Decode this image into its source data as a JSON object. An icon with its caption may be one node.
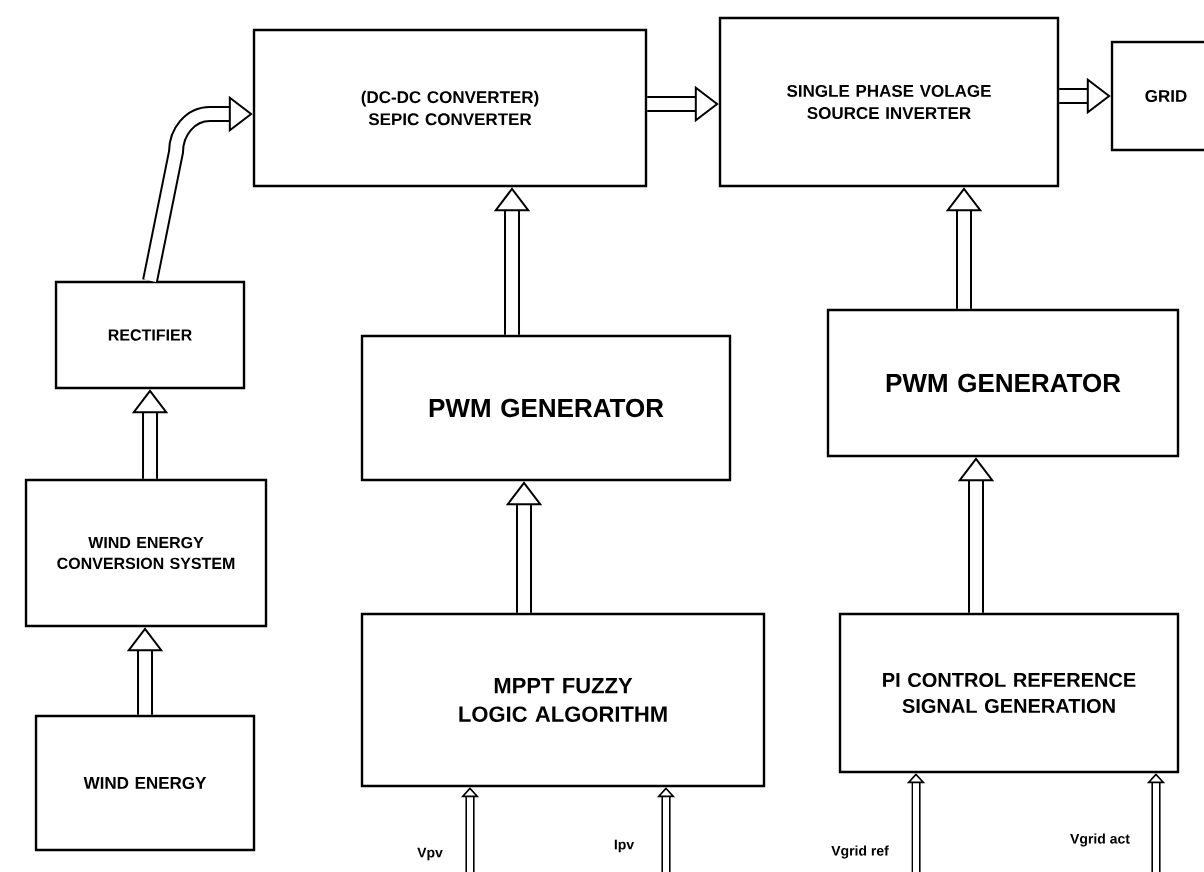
{
  "diagram": {
    "nodes": [
      {
        "text": [
          "(DC-DC CONVERTER) SEPIC CONVERTER"
        ]
      },
      {
        "text": [
          "SINGLE PHASE VOLAGE SOURCE INVERTER"
        ]
      },
      {
        "text": [
          "GRID"
        ]
      },
      {
        "text": [
          "RECTIFIER"
        ]
      },
      {
        "text": [
          "PWM GENERATOR"
        ]
      },
      {
        "text": [
          "PWM GENERATOR"
        ]
      },
      {
        "text": [
          "WIND ENERGY CONVERSION SYSTEM"
        ]
      },
      {
        "text": [
          "WIND ENERGY"
        ]
      },
      {
        "text": [
          "MPPT FUZZY LOGIC ALGORITHM"
        ]
      },
      {
        "text": [
          "PI CONTROL REFERENCE SIGNAL GENERATION"
        ]
      }
    ],
    "edges": [
      {
        "from": 7,
        "to": 6,
        "arrow": "to"
      },
      {
        "from": 6,
        "to": 3,
        "arrow": "to"
      },
      {
        "from": 3,
        "to": 0,
        "arrow": "to"
      },
      {
        "from": 0,
        "to": 1,
        "arrow": "to"
      },
      {
        "from": 1,
        "to": 2,
        "arrow": "to"
      },
      {
        "from": 4,
        "to": 0,
        "arrow": "to"
      },
      {
        "from": 8,
        "to": 4,
        "arrow": "to"
      },
      {
        "from": 5,
        "to": 1,
        "arrow": "to"
      },
      {
        "from": 9,
        "to": 5,
        "arrow": "to"
      },
      {
        "from": null,
        "to": 8,
        "arrow": "to",
        "label": "Vpv"
      },
      {
        "from": null,
        "to": 8,
        "arrow": "to",
        "label": "Ipv"
      },
      {
        "from": null,
        "to": 9,
        "arrow": "to",
        "label": "Vgrid ref"
      },
      {
        "from": null,
        "to": 9,
        "arrow": "to",
        "label": "Vgrid act"
      }
    ]
  }
}
